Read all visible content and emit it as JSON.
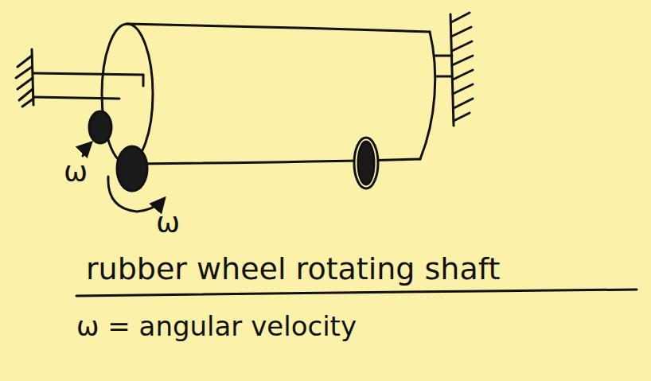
{
  "diagram": {
    "labels": [
      "ω",
      "ω",
      "rubber wheel rotating shaft",
      "ω = angular velocity"
    ]
  }
}
